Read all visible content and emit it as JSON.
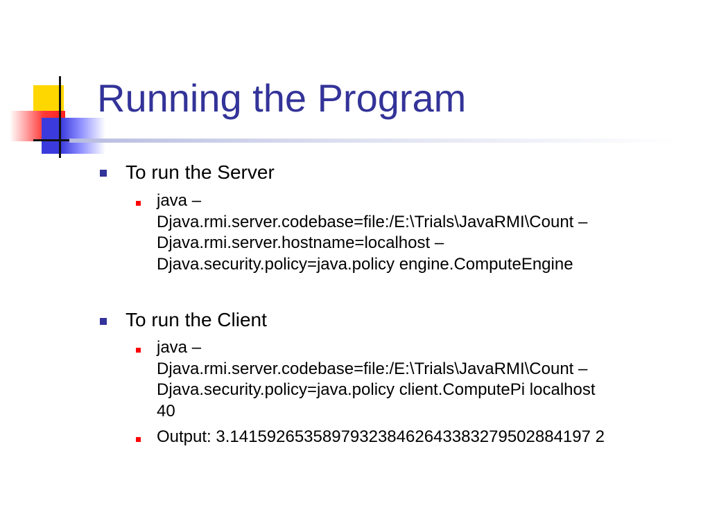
{
  "slide": {
    "title": "Running the Program",
    "colors": {
      "title": "#333399",
      "level1_bullet": "#333399",
      "level2_bullet": "#ff0000",
      "deco_yellow": "#ffd700",
      "deco_red": "#ff2020",
      "deco_blue": "#3b3bdd"
    },
    "sections": [
      {
        "heading": "To run the Server",
        "items": [
          {
            "lines": [
              "java –",
              "Djava.rmi.server.codebase=file:/E:\\Trials\\JavaRMI\\Count –",
              "Djava.rmi.server.hostname=localhost –",
              "Djava.security.policy=java.policy engine.ComputeEngine"
            ]
          }
        ]
      },
      {
        "heading": "To run the Client",
        "items": [
          {
            "lines": [
              "java –",
              "Djava.rmi.server.codebase=file:/E:\\Trials\\JavaRMI\\Count –",
              "Djava.security.policy=java.policy client.ComputePi localhost",
              "40"
            ]
          },
          {
            "lines": [
              "Output: 3.141592653589793238462643383279502884197 2"
            ]
          }
        ]
      }
    ]
  }
}
